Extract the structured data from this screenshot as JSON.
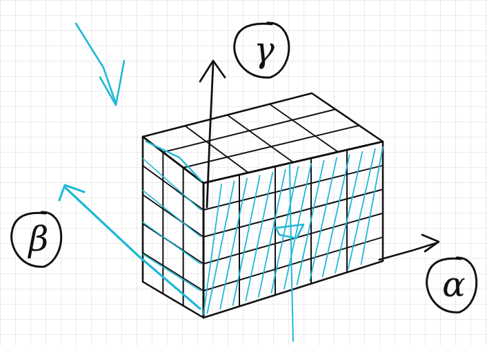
{
  "diagram": {
    "nodes": [
      {
        "text": [
          "γ"
        ]
      },
      {
        "text": [
          "β"
        ]
      },
      {
        "text": [
          "α"
        ]
      }
    ]
  }
}
